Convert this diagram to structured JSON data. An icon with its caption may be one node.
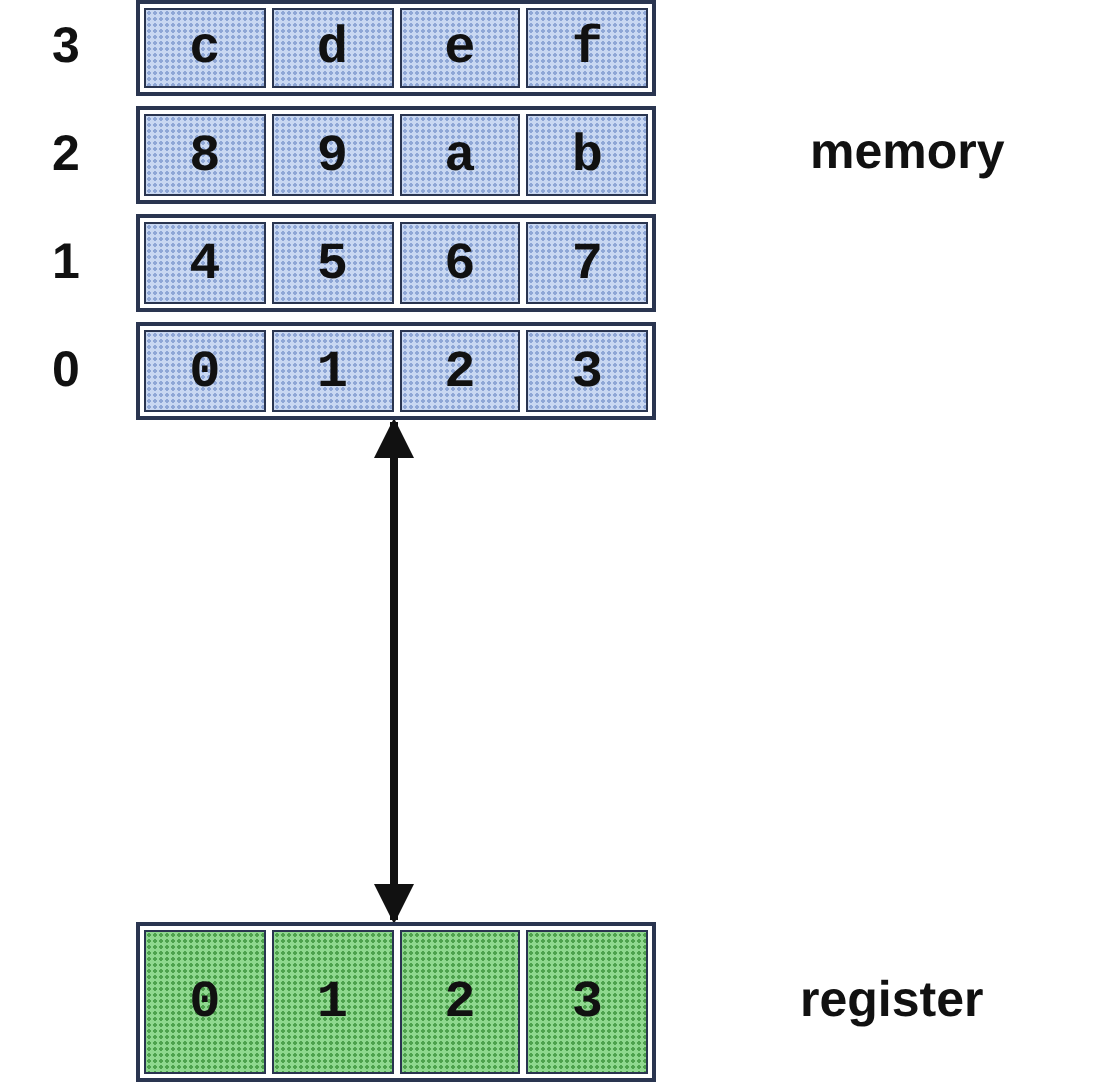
{
  "diagram": {
    "nodes": [
      {
        "text": [],
        "shape": "box",
        "beside": [
          "3"
        ]
      },
      {
        "text": [
          "c"
        ],
        "in": 0
      },
      {
        "text": [
          "d"
        ],
        "in": 0
      },
      {
        "text": [
          "e"
        ],
        "in": 0
      },
      {
        "text": [
          "f"
        ],
        "in": 0
      },
      {
        "text": [],
        "shape": "box",
        "beside": [
          "2"
        ]
      },
      {
        "text": [
          "8"
        ],
        "in": 5
      },
      {
        "text": [
          "9"
        ],
        "in": 5
      },
      {
        "text": [
          "a"
        ],
        "in": 5
      },
      {
        "text": [
          "b"
        ],
        "in": 5
      },
      {
        "text": [],
        "shape": "box",
        "beside": [
          "1"
        ]
      },
      {
        "text": [
          "4"
        ],
        "in": 10
      },
      {
        "text": [
          "5"
        ],
        "in": 10
      },
      {
        "text": [
          "6"
        ],
        "in": 10
      },
      {
        "text": [
          "7"
        ],
        "in": 10
      },
      {
        "text": [],
        "shape": "box",
        "beside": [
          "0"
        ]
      },
      {
        "text": [
          "0"
        ],
        "in": 15
      },
      {
        "text": [
          "1"
        ],
        "in": 15
      },
      {
        "text": [
          "2"
        ],
        "in": 15
      },
      {
        "text": [
          "3"
        ],
        "in": 15
      },
      {
        "text": [],
        "shape": "box",
        "beside": [
          "register"
        ]
      },
      {
        "text": [
          "0"
        ],
        "in": 20
      },
      {
        "text": [
          "1"
        ],
        "in": 20
      },
      {
        "text": [
          "2"
        ],
        "in": 20
      },
      {
        "text": [
          "3"
        ],
        "in": 20
      }
    ],
    "edges": [
      {
        "from": 15,
        "to": 20,
        "arrow": "both"
      }
    ],
    "labels": [
      "memory"
    ]
  }
}
